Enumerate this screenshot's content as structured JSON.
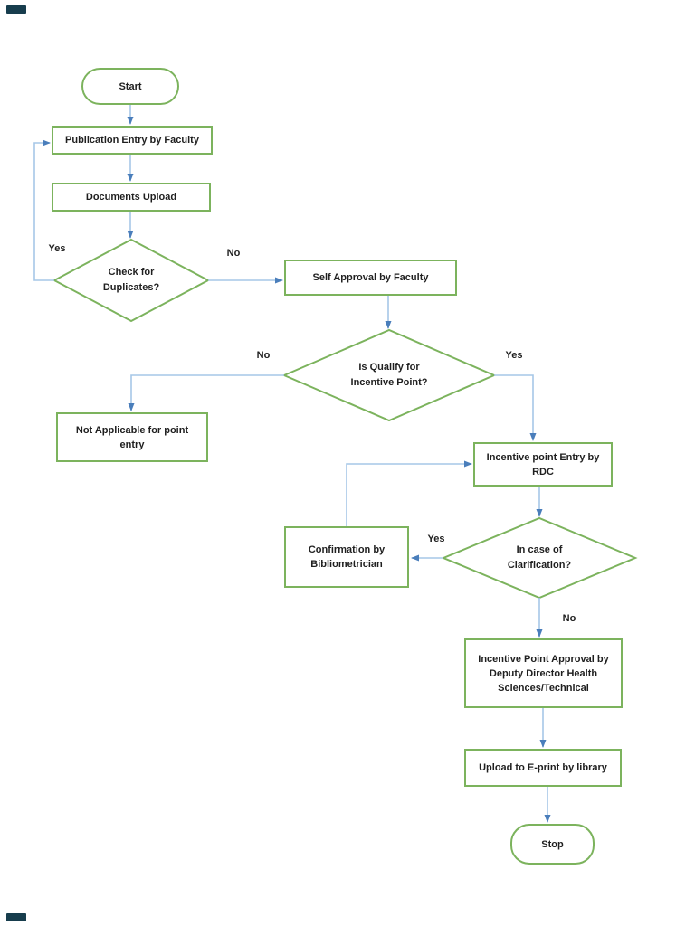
{
  "flowchart": {
    "nodes": {
      "start": "Start",
      "publication_entry": "Publication Entry by Faculty",
      "documents_upload": "Documents Upload",
      "check_duplicates": "Check for Duplicates?",
      "self_approval": "Self Approval by Faculty",
      "qualify_incentive": "Is Qualify for Incentive Point?",
      "not_applicable": "Not Applicable for point entry",
      "incentive_entry": "Incentive point Entry by RDC",
      "clarification": "In case of Clarification?",
      "confirmation": "Confirmation by Bibliometrician",
      "incentive_approval": "Incentive Point Approval by Deputy Director Health Sciences/Technical",
      "upload_eprint": "Upload to E-print by library",
      "stop": "Stop"
    },
    "edge_labels": {
      "duplicates_yes": "Yes",
      "duplicates_no": "No",
      "qualify_no": "No",
      "qualify_yes": "Yes",
      "clarification_yes": "Yes",
      "clarification_no": "No"
    },
    "colors": {
      "shape_border": "#7cb35d",
      "connector_line": "#a6c7e7",
      "arrowhead": "#4a7ebb",
      "text": "#1f1f1f",
      "corner_mark": "#173d4d",
      "background": "#ffffff"
    }
  }
}
